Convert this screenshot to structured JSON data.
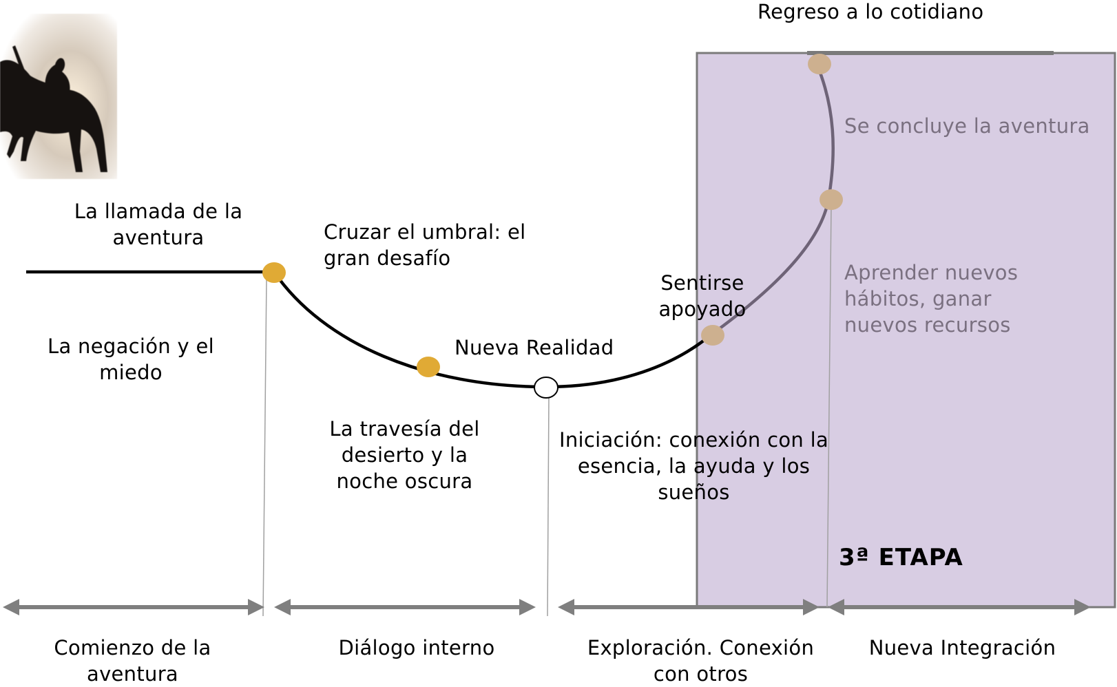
{
  "labels": {
    "return": "Regreso a lo cotidiano",
    "call": "La llamada de la aventura",
    "threshold": "Cruzar el umbral: el gran desafío",
    "denial": "La negación y el miedo",
    "new_reality": "Nueva Realidad",
    "desert": "La travesía del desierto y la noche oscura",
    "initiation": "Iniciación: conexión con la esencia, la ayuda y los sueños",
    "supported": "Sentirse apoyado",
    "conclude": "Se concluye la aventura",
    "learn": "Aprender nuevos hábitos, ganar nuevos recursos",
    "stage": "3ª ETAPA"
  },
  "phases": {
    "p1": "Comienzo de la aventura",
    "p2": "Diálogo interno",
    "p3": "Exploración. Conexión con otros",
    "p4": "Nueva Integración"
  },
  "colors": {
    "panel": "#d8cde3",
    "panel_border": "#7a7a7a",
    "gold_dot": "#e0aa35",
    "tan_dot": "#cdb08f",
    "arrow": "#7f7f7f",
    "curve_dark": "#000000",
    "curve_panel": "#6e6377"
  }
}
